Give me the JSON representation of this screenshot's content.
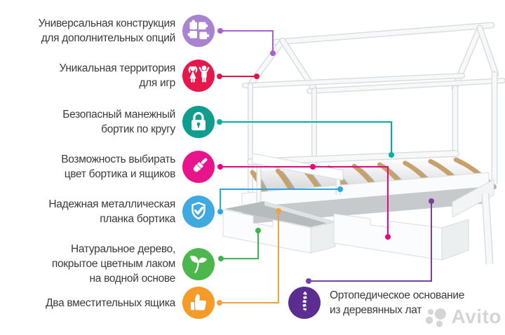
{
  "features": [
    {
      "lines": [
        "Универсальная конструкция",
        "для дополнительных опций"
      ],
      "icon": "puzzle-icon",
      "color": "#a982d2",
      "line_color": "#ab5fd0"
    },
    {
      "lines": [
        "Уникальная территория",
        "для игр"
      ],
      "icon": "children-icon",
      "color": "#e6174b",
      "line_color": "#dd1748"
    },
    {
      "lines": [
        "Безопасный манежный",
        "бортик по кругу"
      ],
      "icon": "lock-icon",
      "color": "#109d8e",
      "line_color": "#00b1a0"
    },
    {
      "lines": [
        "Возможность выбирать",
        "цвет бортика и ящиков"
      ],
      "icon": "paintbrush-icon",
      "color": "#e8148c",
      "line_color": "#e5077f"
    },
    {
      "lines": [
        "Надежная металлическая",
        "планка бортика"
      ],
      "icon": "shield-check-icon",
      "color": "#3fa9e0",
      "line_color": "#2ba8e0"
    },
    {
      "lines": [
        "Натуральное дерево,",
        "покрытое цветным лаком",
        "на водной основе"
      ],
      "icon": "leaf-icon",
      "color": "#4db74d",
      "line_color": "#3fb44a"
    },
    {
      "lines": [
        "Два вместительных ящика"
      ],
      "icon": "thumbs-up-icon",
      "color": "#f59b28",
      "line_color": "#f0a23f"
    },
    {
      "lines": [
        "Ортопедическое основание",
        "из деревянных лат"
      ],
      "icon": "spine-icon",
      "color": "#5c2d90",
      "line_color": "#7642a0"
    }
  ],
  "bed": {
    "frame_fill": "#f7f8f9",
    "frame_outline": "#d8dcdf",
    "slat_color": "#c7a169",
    "slat_shadow": "#a9aeb3",
    "interior_gray": "#c6cacd"
  },
  "watermark": {
    "text": "Avito",
    "color": "#d5d5d5"
  }
}
